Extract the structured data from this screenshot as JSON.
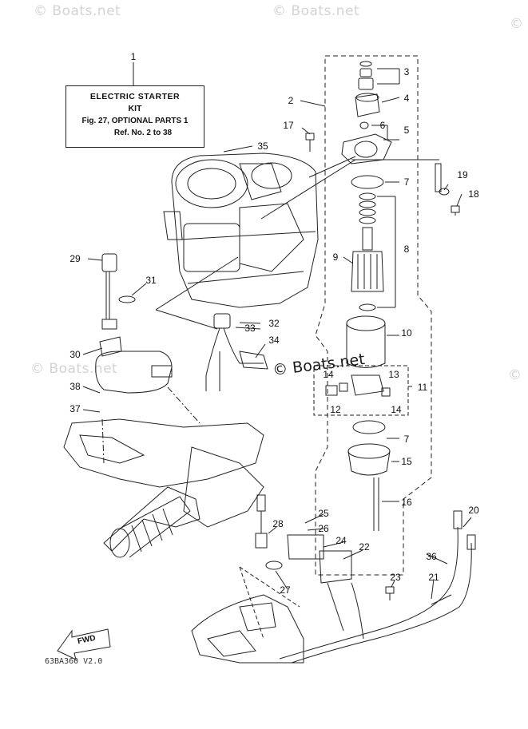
{
  "watermarks": {
    "top_left": "© Boats.net",
    "top_center": "© Boats.net",
    "top_right": "©",
    "mid_left": "© Boats.net",
    "mid_right": "©",
    "center_dark": "© Boats.net"
  },
  "kit_box": {
    "line1": "ELECTRIC STARTER",
    "line2": "KIT",
    "line3": "Fig. 27, OPTIONAL PARTS 1",
    "line4": "Ref. No. 2 to 38"
  },
  "part_numbers": [
    "1",
    "2",
    "3",
    "4",
    "5",
    "6",
    "7",
    "8",
    "9",
    "10",
    "11",
    "12",
    "13",
    "14",
    "14",
    "15",
    "16",
    "7",
    "17",
    "18",
    "19",
    "20",
    "21",
    "22",
    "23",
    "24",
    "25",
    "26",
    "27",
    "28",
    "29",
    "30",
    "31",
    "32",
    "33",
    "34",
    "35",
    "36",
    "37",
    "38"
  ],
  "fwd_label": "FWD",
  "drawing_code": "63BA360 V2.0"
}
